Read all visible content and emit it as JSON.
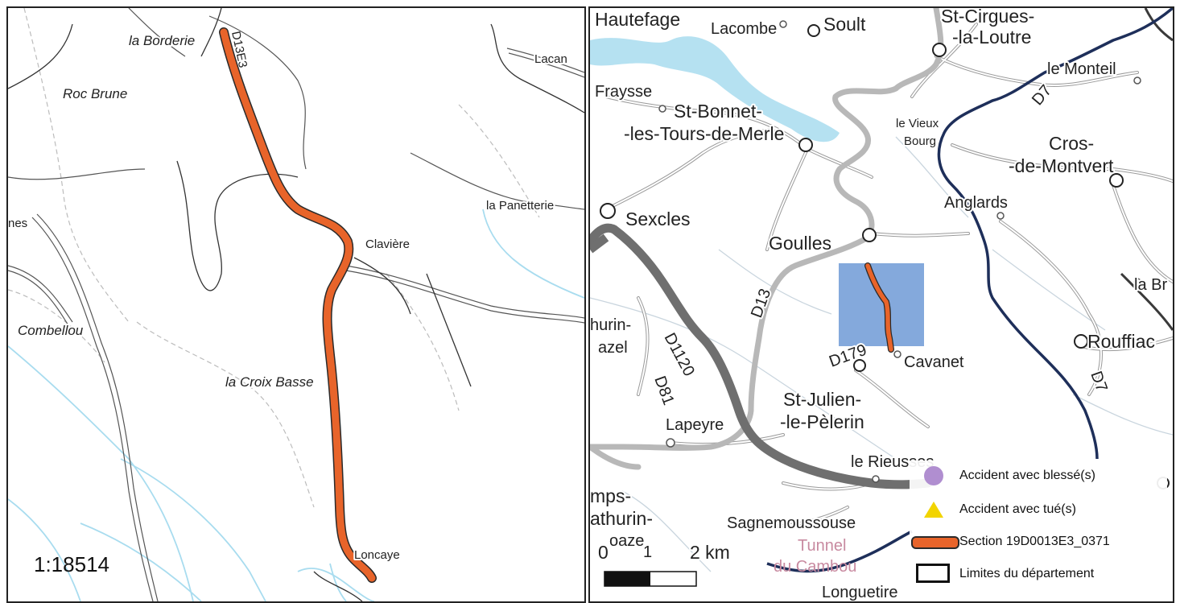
{
  "left_map": {
    "scale_label": "1:18514",
    "road_label": "D13E3",
    "places": {
      "la_borderie": "la Borderie",
      "roc_brune": "Roc Brune",
      "lacan": "Lacan",
      "la_panetterie": "la Panetterie",
      "claviere": "Clavière",
      "combellou": "Combellou",
      "la_croix_basse": "la Croix Basse",
      "loncaye": "Loncaye",
      "nes": "nes"
    }
  },
  "right_map": {
    "places": {
      "hautefage": "Hautefage",
      "lacombe": "Lacombe",
      "soult": "Soult",
      "st_cirgues_1": "St-Cirgues-",
      "st_cirgues_2": "-la-Loutre",
      "le_monteil": "le Monteil",
      "fraysse": "Fraysse",
      "st_bonnet_1": "St-Bonnet-",
      "st_bonnet_2": "-les-Tours-de-Merle",
      "le_vieux": "le Vieux",
      "bourg": "Bourg",
      "cros_1": "Cros-",
      "cros_2": "-de-Montvert",
      "anglards": "Anglards",
      "sexcles": "Sexcles",
      "goulles": "Goulles",
      "la_br": "la Br",
      "hurin": "hurin-",
      "azel": "azel",
      "rouffiac": "Rouffiac",
      "cavanet": "Cavanet",
      "st_julien_1": "St-Julien-",
      "st_julien_2": "-le-Pèlerin",
      "lapeyre": "Lapeyre",
      "le_rieusses": "le Rieusses",
      "mps": "mps-",
      "athurin": "athurin-",
      "oaze": "oaze",
      "sagnemoussouse": "Sagnemoussouse",
      "tunnel": "Tunnel",
      "du_cambou": "du Cambou",
      "longuetire": "Longuetire"
    },
    "roads": {
      "d7_a": "D7",
      "d7_b": "D7",
      "d13": "D13",
      "d1120": "D1120",
      "d81": "D81",
      "d179": "D179"
    },
    "scale": {
      "zero": "0",
      "one": "1",
      "two": "2 km"
    }
  },
  "legend": {
    "items": [
      {
        "label": "Accident avec blessé(s)",
        "symbol": "purple-circle-icon"
      },
      {
        "label": "Accident avec tué(s)",
        "symbol": "yellow-triangle-icon"
      },
      {
        "label": "Section 19D0013E3_0371",
        "symbol": "orange-line-icon"
      },
      {
        "label": "Limites du département",
        "symbol": "boundary-box-icon"
      }
    ]
  },
  "colors": {
    "section": "#e8642a",
    "water": "#a8dcef",
    "road_dark": "#6f6f6f",
    "road_grey": "#b8b8b8",
    "river": "#1e2f5a",
    "highlight": "#6e9ad6",
    "injury": "#b08ed0",
    "fatal": "#f2d400"
  }
}
